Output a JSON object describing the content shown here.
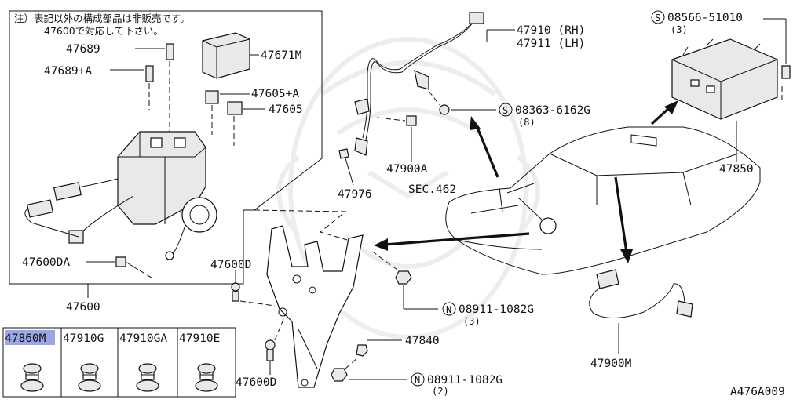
{
  "note": {
    "line1": "注）表記以外の構成部品は非販売です。",
    "line2": "47600で対応して下さい。"
  },
  "labels": {
    "p47689": "47689",
    "p47689a": "47689+A",
    "p47671m": "47671M",
    "p47605a": "47605+A",
    "p47605": "47605",
    "p47600da": "47600DA",
    "p47600": "47600",
    "p47600d_top": "47600D",
    "p47600d_bot": "47600D",
    "p47910rh": "47910 (RH)",
    "p47911lh": "47911 (LH)",
    "s08363": "08363-6162G",
    "s08363_qty": "(8)",
    "p47900a": "47900A",
    "p47976": "47976",
    "sec462": "SEC.462",
    "s08566": "08566-51010",
    "s08566_qty": "(3)",
    "p47850": "47850",
    "n08911a": "08911-1082G",
    "n08911a_qty": "(3)",
    "p47840": "47840",
    "n08911b": "08911-1082G",
    "n08911b_qty": "(2)",
    "p47900m": "47900M",
    "figure_code": "A476A009"
  },
  "symbols": {
    "s_mark": "S",
    "n_mark": "N"
  },
  "grommets": [
    {
      "label": "47860M",
      "highlighted": true
    },
    {
      "label": "47910G",
      "highlighted": false
    },
    {
      "label": "47910GA",
      "highlighted": false
    },
    {
      "label": "47910E",
      "highlighted": false
    }
  ],
  "colors": {
    "highlight": "#9aa6e6",
    "ink": "#111111"
  }
}
